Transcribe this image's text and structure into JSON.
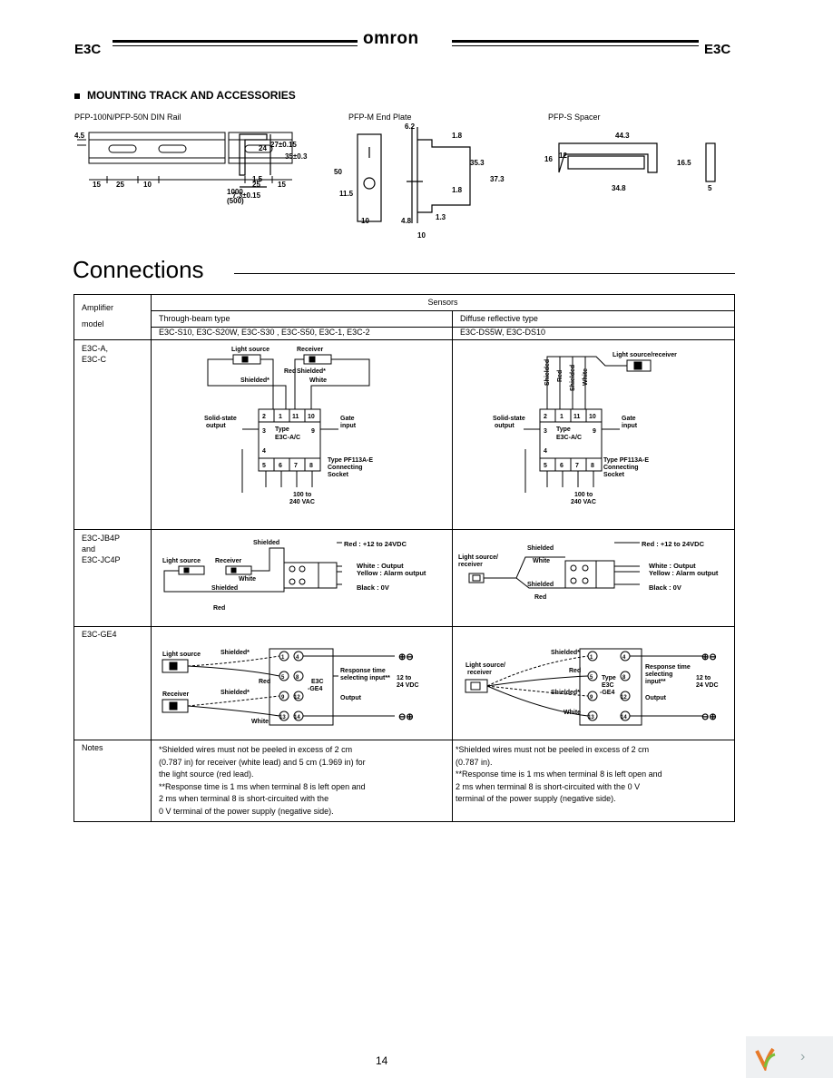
{
  "header": {
    "left_code": "E3C",
    "right_code": "E3C",
    "brand": "omron"
  },
  "mounting": {
    "title": "MOUNTING TRACK AND ACCESSORIES",
    "rail_caption": "PFP-100N/PFP-50N DIN Rail",
    "endplate_caption": "PFP-M End Plate",
    "spacer_caption": "PFP-S Spacer",
    "rail_dims": {
      "d1": "4.5",
      "d2": "15",
      "d3": "25",
      "d4": "10",
      "d5": "25",
      "d6": "15",
      "d7": "1000",
      "d8": "(500)",
      "d9": "24",
      "d10": "27±0.15",
      "d11": "35±0.3",
      "d12": "1.5",
      "d13": "7.3±0.15"
    },
    "endplate_dims": {
      "d1": "6.2",
      "d2": "1.8",
      "d3": "35.3",
      "d4": "37.3",
      "d5": "1.8",
      "d6": "50",
      "d7": "11.5",
      "d8": "10",
      "d9": "4.8",
      "d10": "1.3",
      "d11": "10"
    },
    "spacer_dims": {
      "d1": "44.3",
      "d2": "16",
      "d3": "12",
      "d4": "34.8",
      "d5": "16.5",
      "d6": "5"
    }
  },
  "connections": {
    "title": "Connections",
    "col_amp_1": "Amplifier",
    "col_amp_2": "model",
    "col_sensors": "Sensors",
    "col_through": "Through-beam type",
    "col_diffuse": "Diffuse reflective type",
    "through_models": "E3C-S10, E3C-S20W, E3C-S30           , E3C-S50, E3C-1, E3C-2",
    "diffuse_models": "E3C-DS5W, E3C-DS10",
    "rows": [
      {
        "model_1": "E3C-A,",
        "model_2": "E3C-C",
        "model_3": ""
      },
      {
        "model_1": "E3C-JB4P",
        "model_2": "and",
        "model_3": "E3C-JC4P"
      },
      {
        "model_1": "E3C-GE4",
        "model_2": "",
        "model_3": ""
      }
    ],
    "notes_label": "Notes",
    "notes_through": [
      "*Shielded wires must not be peeled in excess of 2 cm",
      "(0.787 in) for receiver (white lead) and 5 cm (1.969 in) for",
      "the light source (red lead).",
      "**Response time is 1 ms when terminal 8 is left open and",
      "2 ms when terminal 8 is short-circuited with the",
      "0 V terminal of the power supply (negative side)."
    ],
    "notes_diffuse": [
      "*Shielded wires must not be peeled in excess of 2 cm",
      "(0.787 in).",
      "**Response time is 1 ms when terminal 8 is left open and",
      "2 ms when terminal 8 is short-circuited with the 0 V",
      "terminal of the power supply (negative side)."
    ]
  },
  "diagram_ac": {
    "light_source": "Light source",
    "receiver": "Receiver",
    "light_source_receiver": "Light source/receiver",
    "red": "Red",
    "shielded_star": "Shielded*",
    "shielded": "Shielded",
    "white": "White",
    "solid_state": "Solid-state",
    "output": "output",
    "gate": "Gate",
    "input": "input",
    "t2": "2",
    "t1": "1",
    "t11": "11",
    "t10": "10",
    "t3": "3",
    "t9": "9",
    "t4": "4",
    "t5": "5",
    "t6": "6",
    "t7": "7",
    "t8": "8",
    "type": "Type",
    "type_model": "E3C-A/C",
    "socket_1": "Type PF113A-E",
    "socket_2": "Connecting",
    "socket_3": "Socket",
    "power_1": "100 to",
    "power_2": "240 VAC",
    "minus": "–",
    "plus": "+"
  },
  "diagram_jb": {
    "light_source": "Light source",
    "receiver": "Receiver",
    "light_source_receiver_1": "Light source/",
    "light_source_receiver_2": "receiver",
    "shielded": "Shielded",
    "white": "White",
    "red": "Red",
    "out_red": "Red : +12 to 24VDC",
    "out_white_through": "White  : Output",
    "out_yellow_through": "Yellow : Alarm output",
    "out_black_through": "Black  : 0V",
    "out_red_diffuse": "Red : +12 to 24VDC",
    "out_white_diffuse": "White : Output",
    "out_yellow_diffuse": "Yellow : Alarm output",
    "out_black_diffuse": "Black  : 0V"
  },
  "diagram_ge": {
    "light_source": "Light source",
    "receiver": "Receiver",
    "light_source_receiver_1": "Light source/",
    "light_source_receiver_2": "receiver",
    "shielded_star": "Shielded*",
    "red": "Red",
    "white": "White",
    "t1": "1",
    "t4": "4",
    "t5": "5",
    "t8": "8",
    "t9": "9",
    "t12": "12",
    "t13": "13",
    "t14": "14",
    "model_through_1": "E3C",
    "model_through_2": "-GE4",
    "model_diffuse_1": "Type",
    "model_diffuse_2": "E3C",
    "model_diffuse_3": "-GE4",
    "resp_1": "Response time",
    "resp_2": "selecting input**",
    "resp_d1": "Response time",
    "resp_d2": "selecting",
    "resp_d3": "input**",
    "output": "Output",
    "v_1": "12 to",
    "v_2": "24 VDC",
    "pm_top": "⊕⊖",
    "pm_bot": "⊖⊕"
  },
  "footer": {
    "page_number": "14"
  }
}
